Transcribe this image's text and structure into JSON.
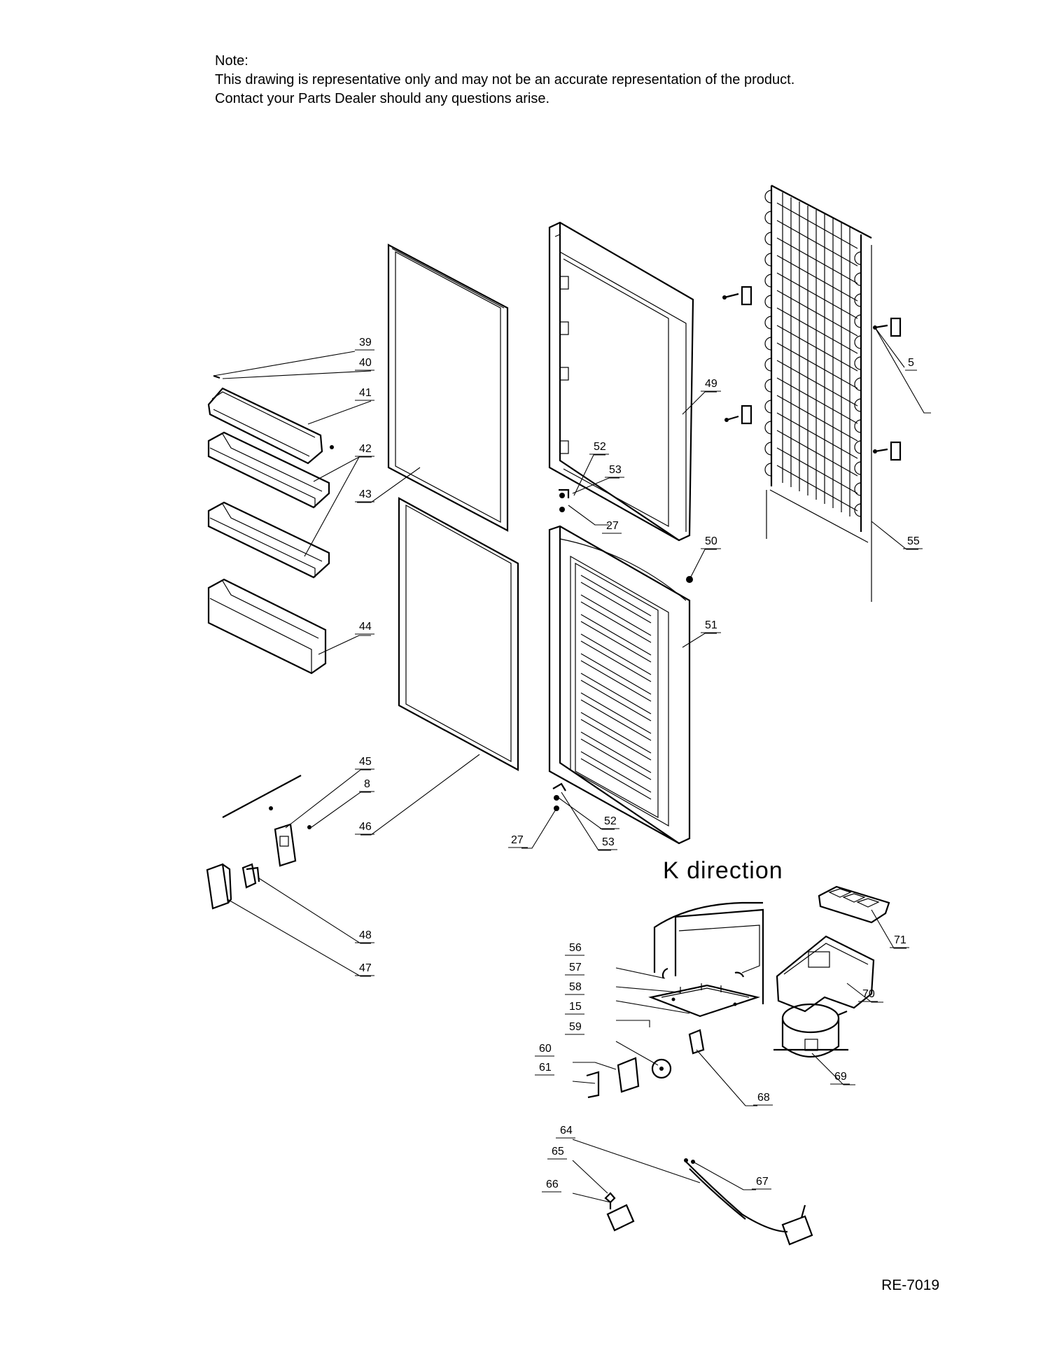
{
  "note": {
    "heading": "Note:",
    "line1": "This drawing is representative only and may not be an accurate representation of the product.",
    "line2": "Contact your Parts Dealer should any questions arise."
  },
  "view_label": "K  direction",
  "reference": "RE-7019",
  "callouts": [
    "39",
    "40",
    "41",
    "42",
    "43",
    "44",
    "45",
    "8",
    "46",
    "48",
    "47",
    "49",
    "52",
    "53",
    "27",
    "50",
    "51",
    "52",
    "53",
    "27",
    "5",
    "55",
    "56",
    "57",
    "58",
    "15",
    "59",
    "60",
    "61",
    "68",
    "69",
    "70",
    "71",
    "64",
    "65",
    "66",
    "67"
  ]
}
